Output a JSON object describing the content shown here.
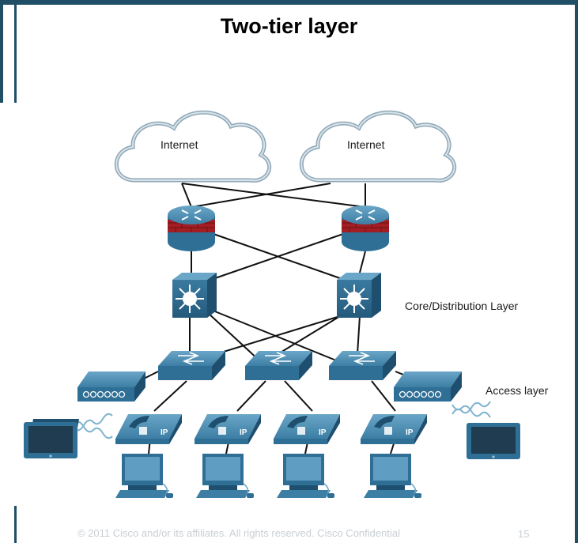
{
  "title": "Two-tier layer",
  "clouds": [
    {
      "label": "Internet"
    },
    {
      "label": "Internet"
    }
  ],
  "layers": {
    "core_distribution": "Core/Distribution Layer",
    "access": "Access layer"
  },
  "device_text": {
    "phone_badge": "IP"
  },
  "icons": [
    "cloud-icon",
    "router-firewall-icon",
    "multilayer-switch-icon",
    "switch-icon",
    "wireless-access-point-icon",
    "tablet-icon",
    "ip-phone-icon",
    "desktop-pc-icon"
  ],
  "colors": {
    "device_blue": "#2f6f96",
    "device_dark": "#1e4f6e",
    "firewall_red": "#a21e22",
    "cloud_stroke": "#8fa7b7",
    "frame": "#1f4e66"
  },
  "footer": {
    "copyright": "© 2011  Cisco and/or its affiliates. All rights reserved.   Cisco Confidential",
    "page": "15"
  }
}
